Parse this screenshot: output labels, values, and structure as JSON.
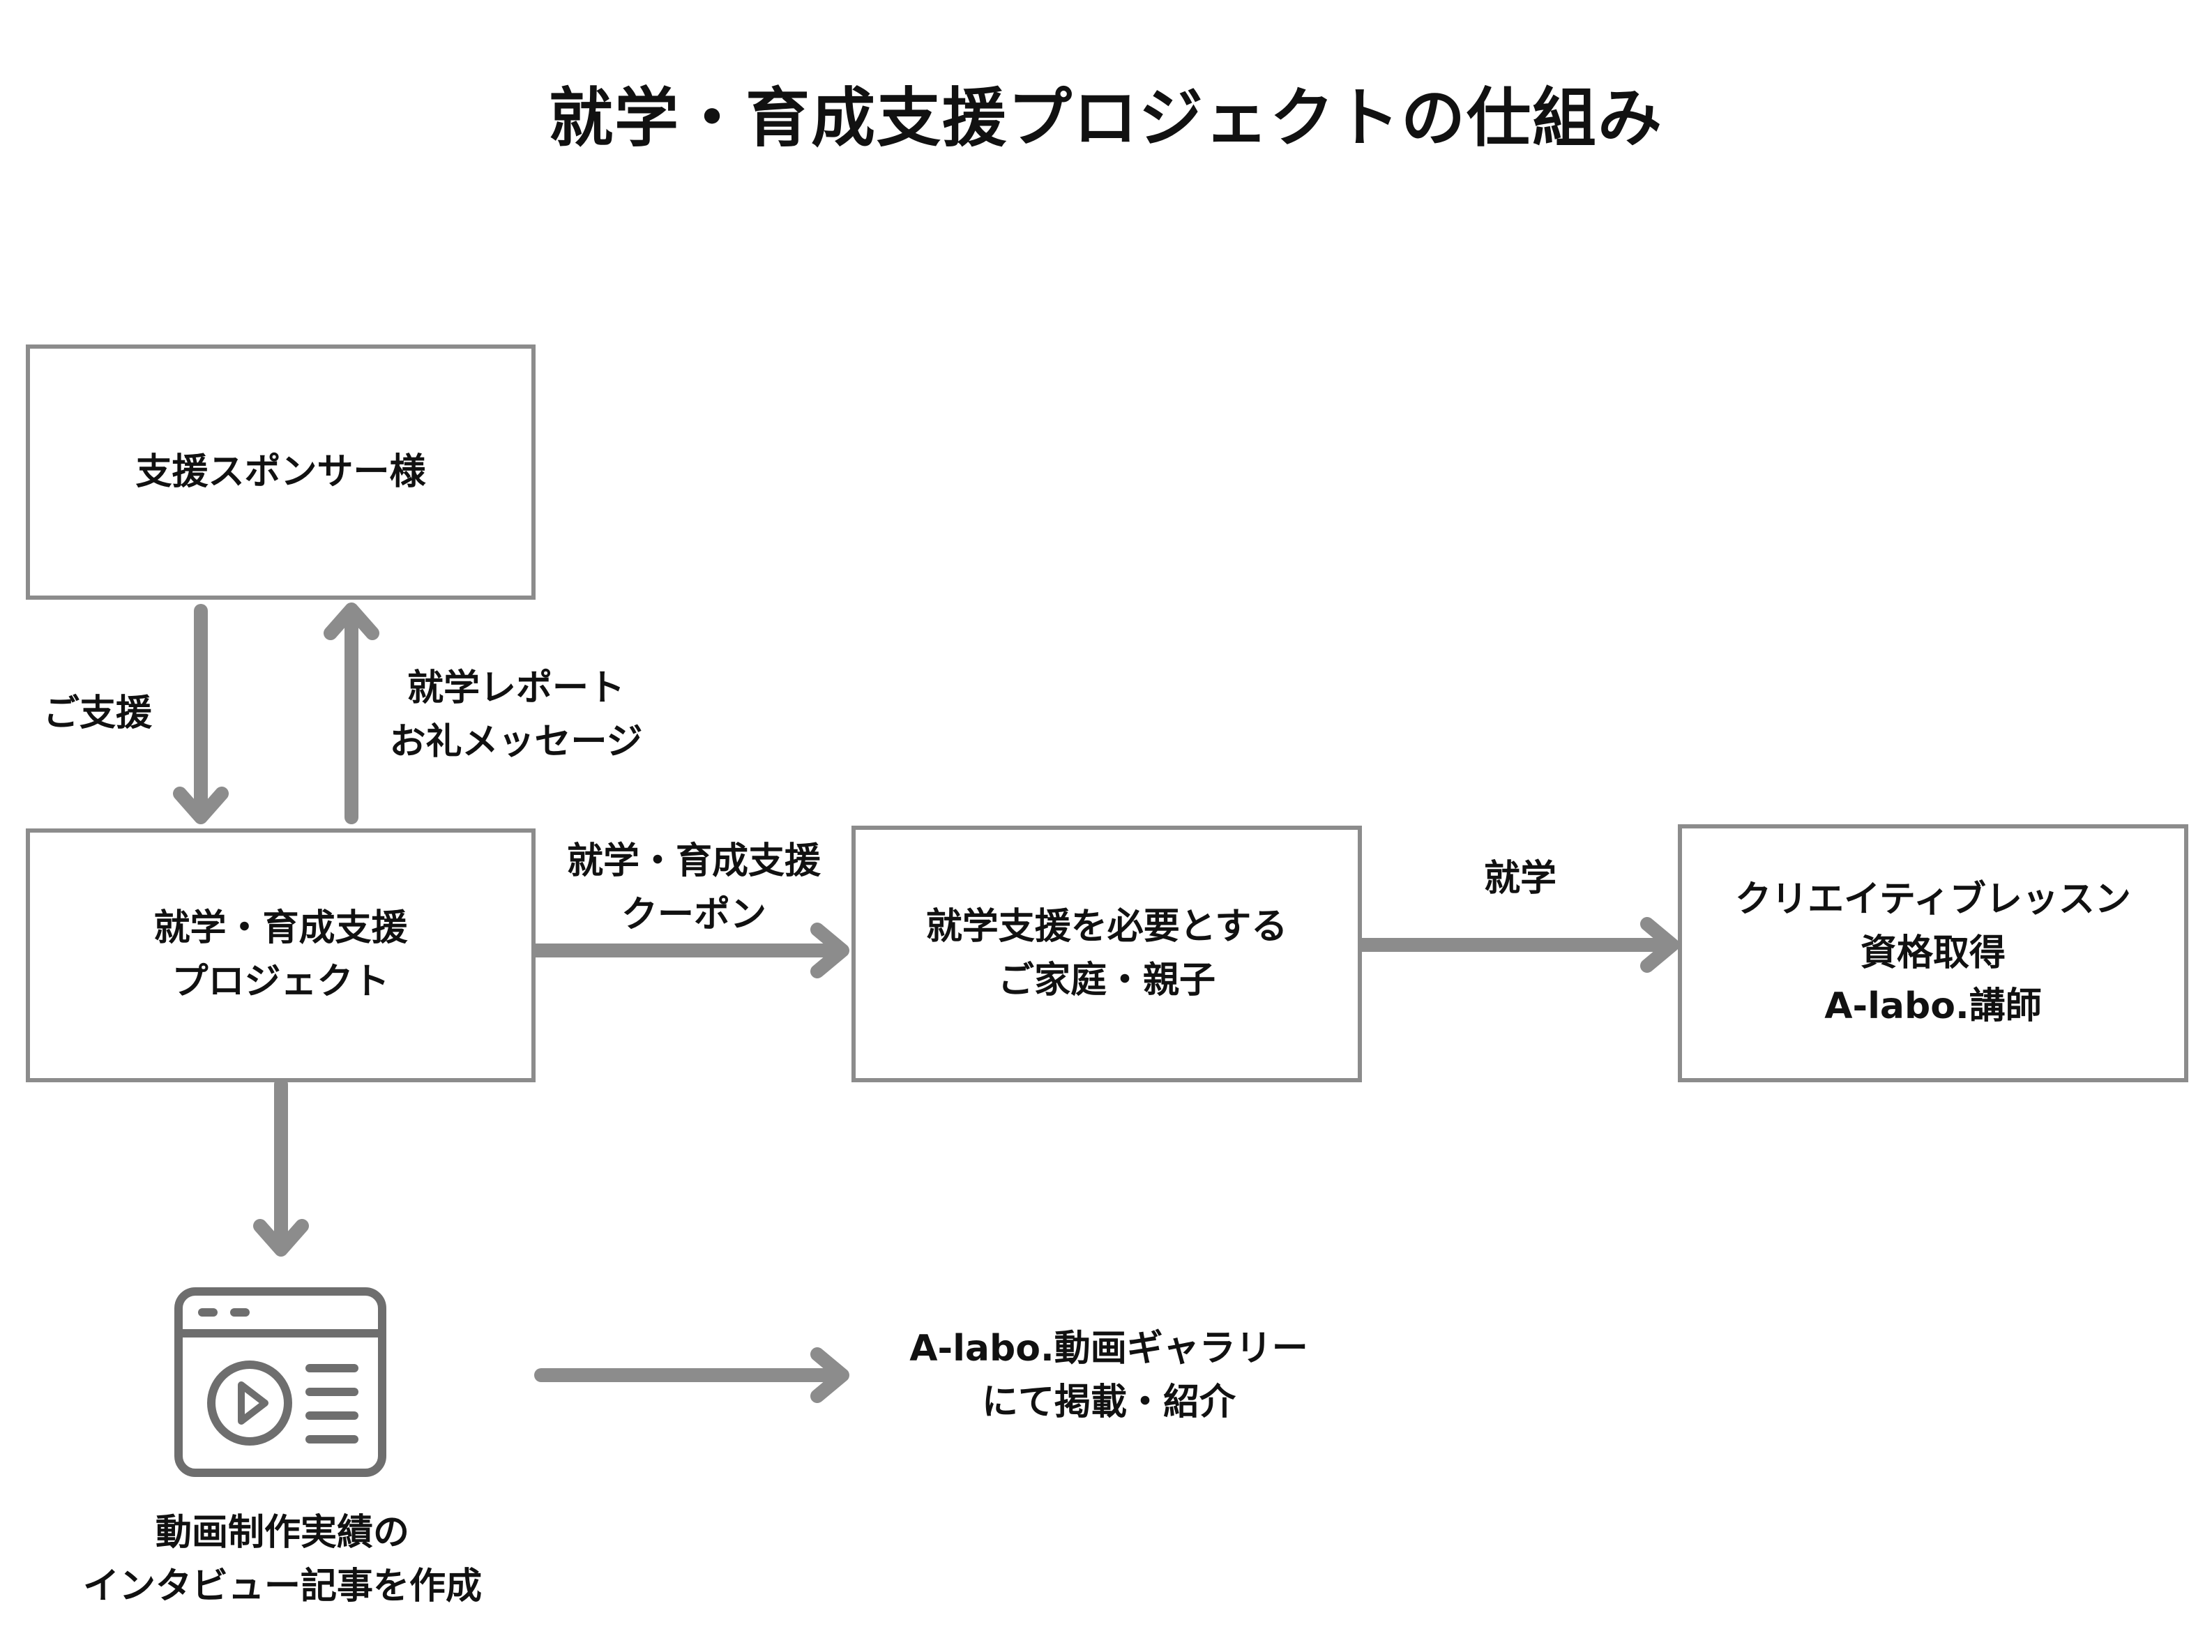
{
  "title": "就学・育成支援プロジェクトの仕組み",
  "nodes": {
    "sponsor": {
      "lines": [
        "支援スポンサー様"
      ]
    },
    "project": {
      "lines": [
        "就学・育成支援",
        "プロジェクト"
      ]
    },
    "family": {
      "lines": [
        "就学支援を必要とする",
        "ご家庭・親子"
      ]
    },
    "lesson": {
      "lines": [
        "クリエイティブレッスン",
        "資格取得",
        "A-labo.講師"
      ]
    },
    "video": {
      "icon": "video-player-icon",
      "lines": [
        "動画制作実績の",
        "インタビュー記事を作成"
      ]
    },
    "gallery": {
      "lines": [
        "A-labo.動画ギャラリー",
        "にて掲載・紹介"
      ]
    }
  },
  "edges": {
    "support": {
      "lines": [
        "ご支援"
      ]
    },
    "report": {
      "lines": [
        "就学レポート",
        "お礼メッセージ"
      ]
    },
    "coupon": {
      "lines": [
        "就学・育成支援",
        "クーポン"
      ]
    },
    "schooling": {
      "lines": [
        "就学"
      ]
    }
  },
  "colors": {
    "stroke": "#8c8c8c",
    "icon": "#6e6e6e",
    "text": "#111111"
  }
}
